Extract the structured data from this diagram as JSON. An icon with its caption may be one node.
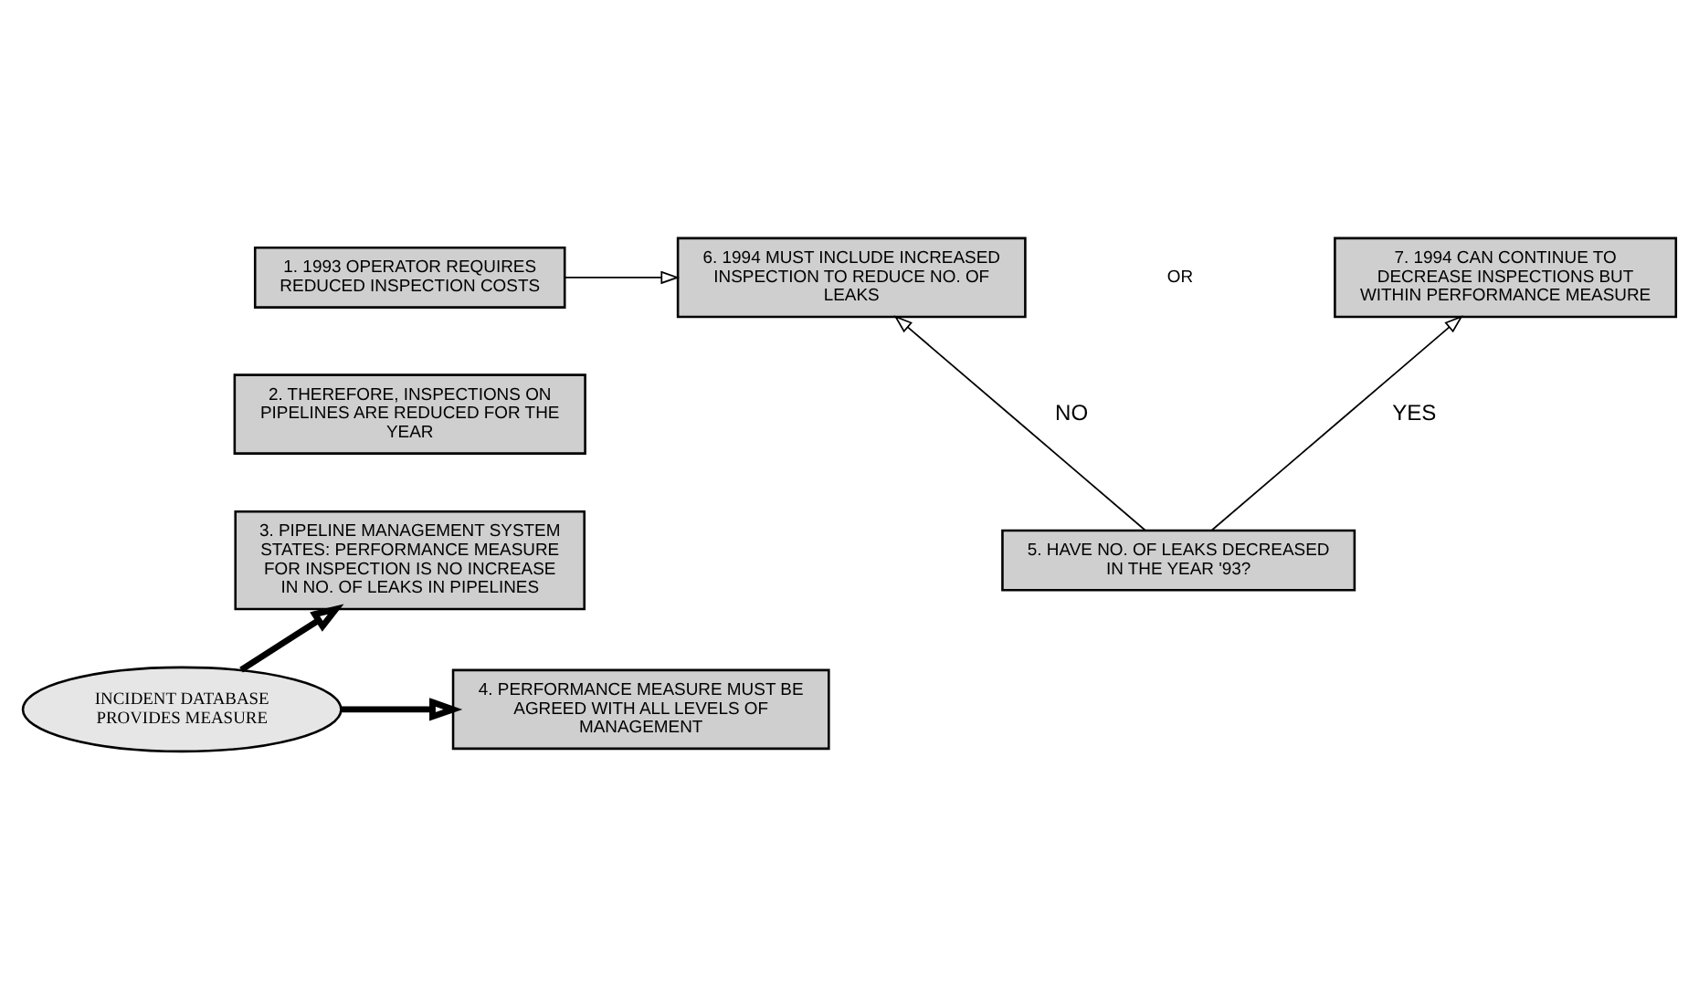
{
  "diagram": {
    "nodes": [
      {
        "text": [
          "1. 1993 OPERATOR REQUIRES REDUCED INSPECTION COSTS"
        ]
      },
      {
        "text": [
          "2. THEREFORE, INSPECTIONS ON PIPELINES ARE REDUCED FOR THE YEAR"
        ]
      },
      {
        "text": [
          "3. PIPELINE MANAGEMENT SYSTEM STATES: PERFORMANCE MEASURE FOR INSPECTION IS NO INCREASE IN NO. OF LEAKS IN PIPELINES"
        ]
      },
      {
        "text": [
          "4. PERFORMANCE MEASURE MUST BE AGREED WITH ALL LEVELS OF MANAGEMENT"
        ]
      },
      {
        "text": [
          "5. HAVE NO. OF LEAKS DECREASED IN THE YEAR '93?"
        ]
      },
      {
        "text": [
          "6. 1994 MUST INCLUDE INCREASED INSPECTION TO REDUCE NO. OF LEAKS"
        ]
      },
      {
        "text": [
          "7. 1994 CAN CONTINUE TO DECREASE INSPECTIONS BUT WITHIN PERFORMANCE MEASURE"
        ]
      },
      {
        "text": [
          "INCIDENT DATABASE PROVIDES MEASURE"
        ]
      }
    ],
    "edges": [
      {
        "from": 0,
        "to": 5,
        "arrow": "to"
      },
      {
        "from": 4,
        "to": 5,
        "arrow": "to",
        "label": "NO"
      },
      {
        "from": 4,
        "to": 6,
        "arrow": "to",
        "label": "YES"
      },
      {
        "from": 7,
        "to": 2,
        "arrow": "to",
        "style": "thick"
      },
      {
        "from": 7,
        "to": 3,
        "arrow": "to",
        "style": "thick"
      }
    ],
    "labels": [
      "OR"
    ]
  }
}
